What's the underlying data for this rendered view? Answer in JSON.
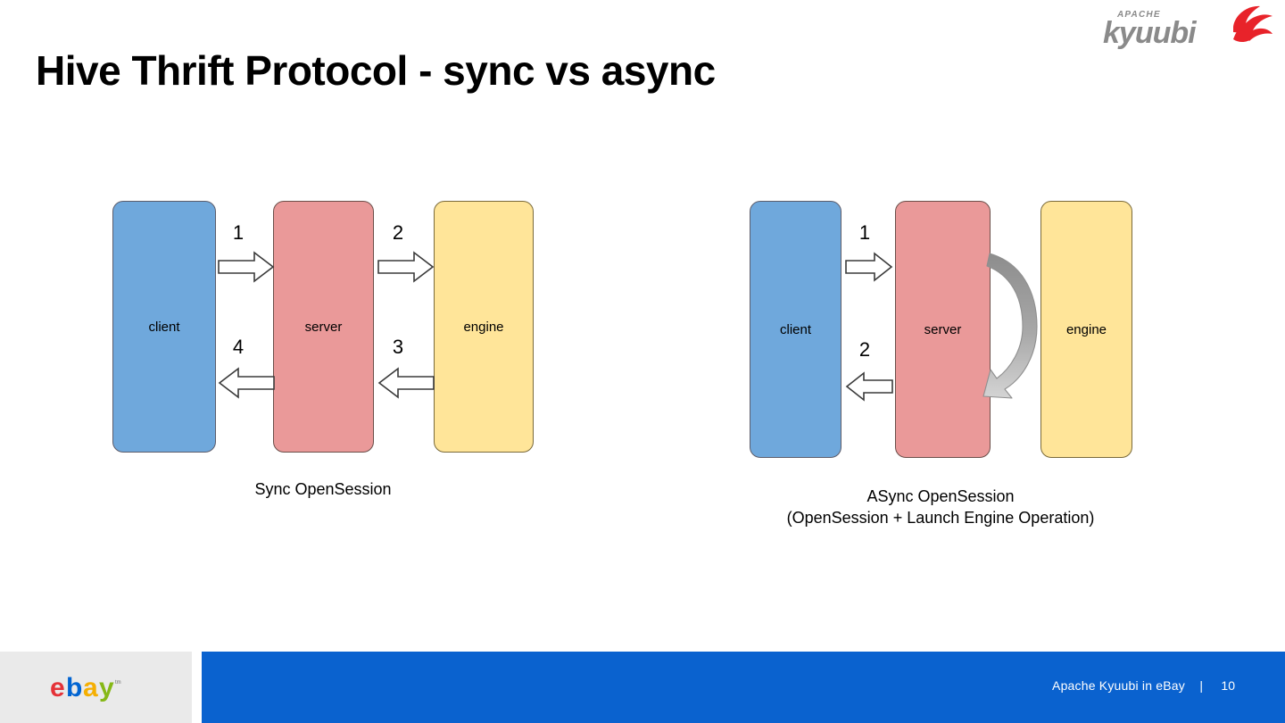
{
  "slide": {
    "title": "Hive Thrift Protocol - sync vs async",
    "page_number": "10",
    "footer_text": "Apache Kyuubi in eBay",
    "footer_separator": "|"
  },
  "brand": {
    "logo_top_text": "APACHE",
    "logo_name": "kyuubi",
    "logo_gray": "#8a8a8a",
    "logo_red": "#e8232a",
    "footer_logo": "ebay",
    "footer_logo_tm": "tm",
    "ebay_red": "#e53238",
    "ebay_blue": "#0064d2",
    "ebay_yellow": "#f5af02",
    "ebay_green": "#86b817",
    "footer_bar_blue": "#0a62cf",
    "footer_panel_gray": "#eaeaea"
  },
  "palette": {
    "client_fill": "#6fa8dc",
    "client_stroke": "#5d5d6b",
    "server_fill": "#ea9999",
    "server_stroke": "#6b4f4a",
    "engine_fill": "#ffe599",
    "engine_stroke": "#7a6a3a",
    "arrow_fill": "#ffffff",
    "arrow_stroke": "#3a3a3a",
    "curve_fill": "#9e9e9e"
  },
  "diagrams": [
    {
      "id": "sync",
      "caption": "Sync OpenSession",
      "nodes": [
        {
          "id": "client",
          "label": "client"
        },
        {
          "id": "server",
          "label": "server"
        },
        {
          "id": "engine",
          "label": "engine"
        }
      ],
      "steps": [
        {
          "num": "1",
          "from": "client",
          "to": "server",
          "direction": "right"
        },
        {
          "num": "2",
          "from": "server",
          "to": "engine",
          "direction": "right"
        },
        {
          "num": "3",
          "from": "engine",
          "to": "server",
          "direction": "left"
        },
        {
          "num": "4",
          "from": "server",
          "to": "client",
          "direction": "left"
        }
      ]
    },
    {
      "id": "async",
      "caption_line1": "ASync OpenSession",
      "caption_line2": "(OpenSession + Launch Engine Operation)",
      "nodes": [
        {
          "id": "client",
          "label": "client"
        },
        {
          "id": "server",
          "label": "server"
        },
        {
          "id": "engine",
          "label": "engine"
        }
      ],
      "steps": [
        {
          "num": "1",
          "from": "client",
          "to": "server",
          "direction": "right"
        },
        {
          "num": "2",
          "from": "server",
          "to": "client",
          "direction": "left"
        }
      ],
      "async_launch": "server-to-engine-async-loop"
    }
  ]
}
